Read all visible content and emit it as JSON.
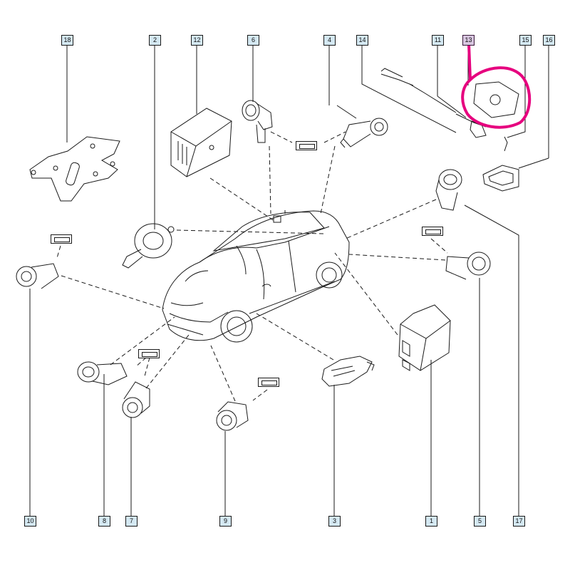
{
  "callouts": [
    {
      "id": "c18",
      "label": "18"
    },
    {
      "id": "c2",
      "label": "2"
    },
    {
      "id": "c12",
      "label": "12"
    },
    {
      "id": "c6",
      "label": "6"
    },
    {
      "id": "c4",
      "label": "4"
    },
    {
      "id": "c14",
      "label": "14"
    },
    {
      "id": "c11",
      "label": "11"
    },
    {
      "id": "c13",
      "label": "13"
    },
    {
      "id": "c15",
      "label": "15"
    },
    {
      "id": "c16",
      "label": "16"
    },
    {
      "id": "c10",
      "label": "10"
    },
    {
      "id": "c8",
      "label": "8"
    },
    {
      "id": "c7",
      "label": "7"
    },
    {
      "id": "c9",
      "label": "9"
    },
    {
      "id": "c3",
      "label": "3"
    },
    {
      "id": "c1",
      "label": "1"
    },
    {
      "id": "c5",
      "label": "5"
    },
    {
      "id": "c17",
      "label": "17"
    }
  ],
  "colors": {
    "callout_fill": "#d4e8f2",
    "highlight_fill": "#d8c6e0",
    "highlight_circle": "#e6007e",
    "line": "#1a1a1a"
  }
}
